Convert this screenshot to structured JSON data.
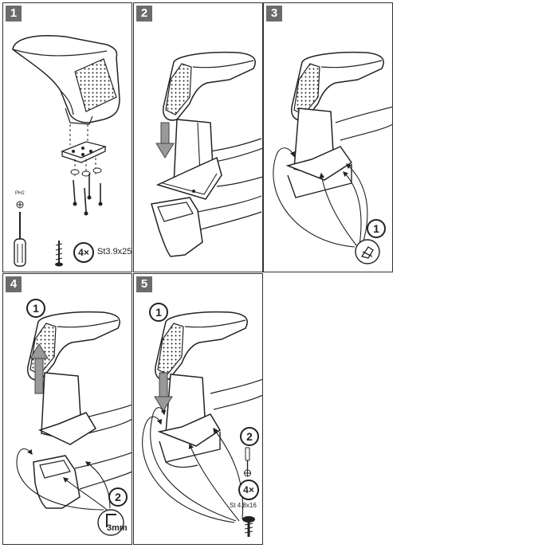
{
  "steps": [
    {
      "number": "1",
      "qty": "4×",
      "screw_spec": "St3.9x25",
      "tool_label": "PH2"
    },
    {
      "number": "2"
    },
    {
      "number": "3",
      "callout": "1"
    },
    {
      "number": "4",
      "callout_1": "1",
      "callout_2": "2",
      "tool_label": "3mm"
    },
    {
      "number": "5",
      "callout_1": "1",
      "callout_2": "2",
      "qty": "4×",
      "screw_spec": "St 4,8x16"
    }
  ]
}
